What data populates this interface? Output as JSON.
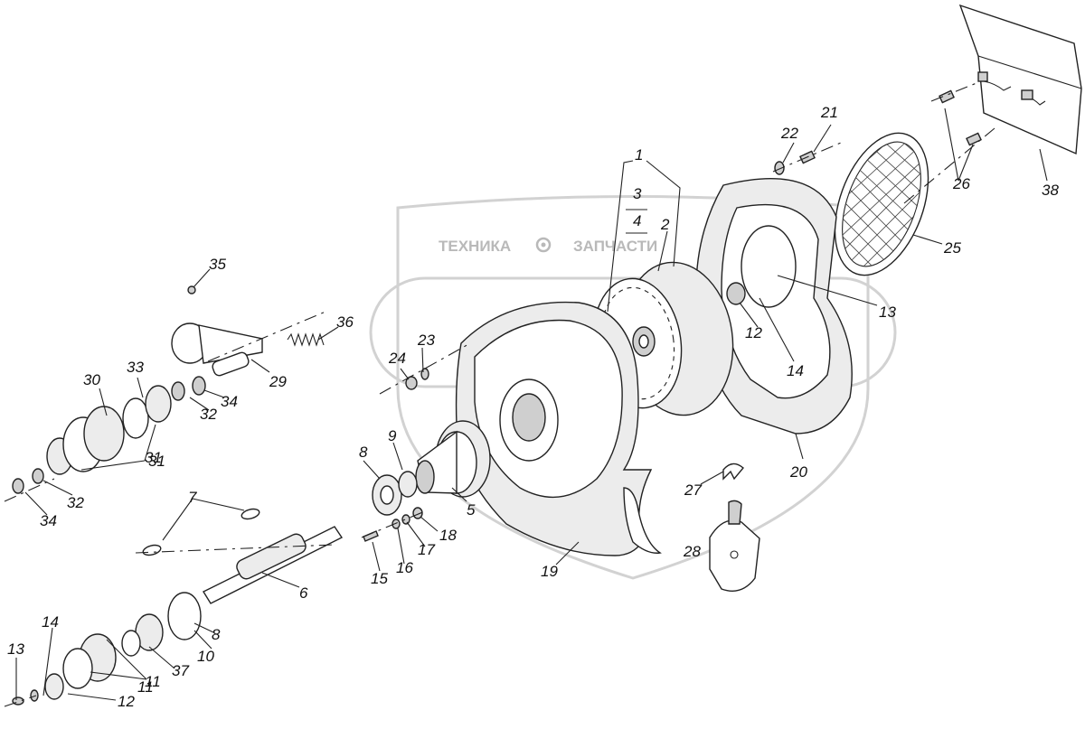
{
  "watermark": {
    "left_text": "ТЕХНИКА",
    "right_text": "ЗАПЧАСТИ",
    "gear_icon": "gear-icon"
  },
  "callouts": [
    "1",
    "2",
    "3",
    "4",
    "5",
    "6",
    "7",
    "8",
    "8",
    "9",
    "10",
    "11",
    "11",
    "12",
    "12",
    "13",
    "13",
    "14",
    "14",
    "15",
    "16",
    "17",
    "18",
    "19",
    "20",
    "21",
    "22",
    "23",
    "24",
    "25",
    "26",
    "27",
    "28",
    "29",
    "30",
    "31",
    "31",
    "32",
    "32",
    "33",
    "34",
    "34",
    "35",
    "36",
    "37",
    "38"
  ]
}
